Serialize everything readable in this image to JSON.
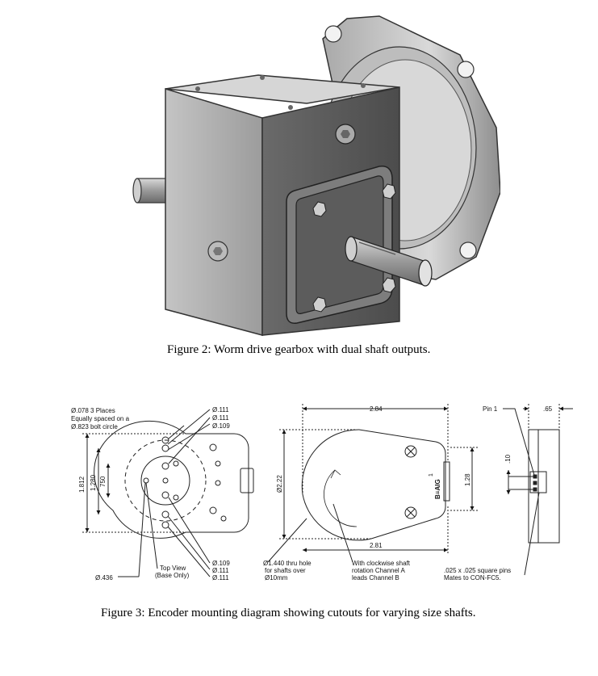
{
  "figure2": {
    "caption": "Figure 2: Worm drive gearbox with dual shaft outputs."
  },
  "figure3": {
    "caption": "Figure 3: Encoder mounting diagram showing cutouts for varying size shafts.",
    "top_view": {
      "callout_holes_line1": "Ø.078  3 Places",
      "callout_holes_line2": "Equally spaced on a",
      "callout_holes_line3": "Ø.823 bolt circle",
      "top_d1": "Ø.111",
      "top_d2": "Ø.111",
      "top_d3": "Ø.109",
      "bot_d1": "Ø.109",
      "bot_d2": "Ø.111",
      "bot_d3": "Ø.111",
      "dim_1812": "1.812",
      "dim_1280": "1.280",
      "dim_750": "750",
      "dim_436": "Ø.436",
      "view_label_line1": "Top View",
      "view_label_line2": "(Base Only)"
    },
    "side_view": {
      "dim_284": "2.84",
      "dim_281": "2.81",
      "dim_222": "Ø2.22",
      "dim_128": "1.28",
      "connector_label": "B≡AIG",
      "connector_pin": "1",
      "hole_note_line1": "Ø1.440 thru hole",
      "hole_note_line2": "for shafts over",
      "hole_note_line3": "Ø10mm",
      "rotation_note_line1": "With clockwise shaft",
      "rotation_note_line2": "rotation Channel A",
      "rotation_note_line3": "leads Channel B"
    },
    "end_view": {
      "pin1": "Pin 1",
      "dim_65": ".65",
      "dim_10": ".10",
      "pins_note_line1": ".025 x .025 square pins",
      "pins_note_line2": "Mates to CON-FC5."
    }
  }
}
